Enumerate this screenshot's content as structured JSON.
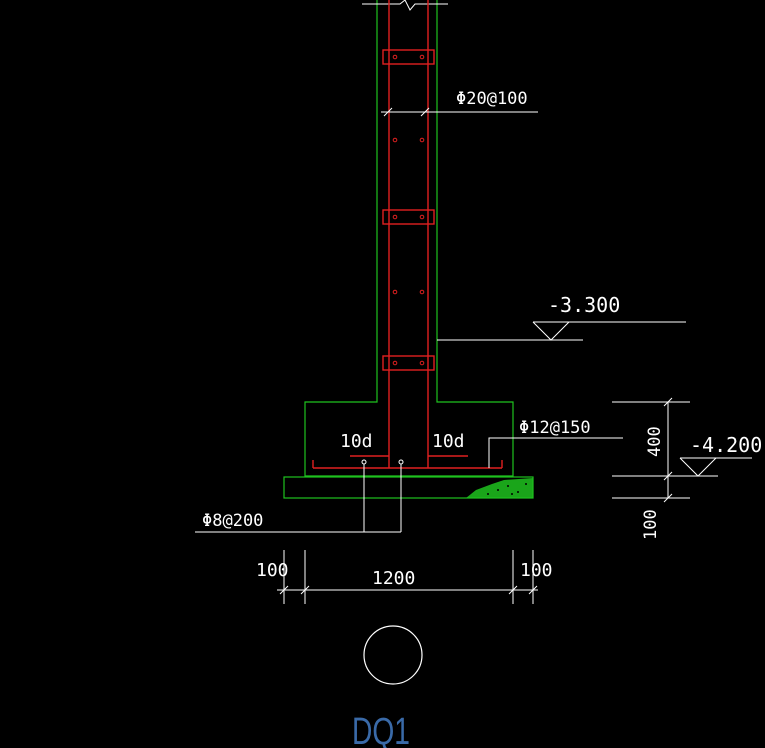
{
  "labels": {
    "wall_rebar": "Φ20@100",
    "elev_top": "-3.300",
    "elev_bottom": "-4.200",
    "anchor_left": "10d",
    "anchor_right": "10d",
    "footing_rebar": "Φ12@150",
    "dist_rebar": "Φ8@200",
    "dim_height": "400",
    "dim_pad": "100",
    "dim_left": "100",
    "dim_width": "1200",
    "dim_right": "100",
    "title": "DQ1"
  },
  "colors": {
    "background": "#000000",
    "concrete": "#1fc21f",
    "rebar": "#e02020",
    "annotation": "#ffffff",
    "title": "#3a6aa8"
  }
}
